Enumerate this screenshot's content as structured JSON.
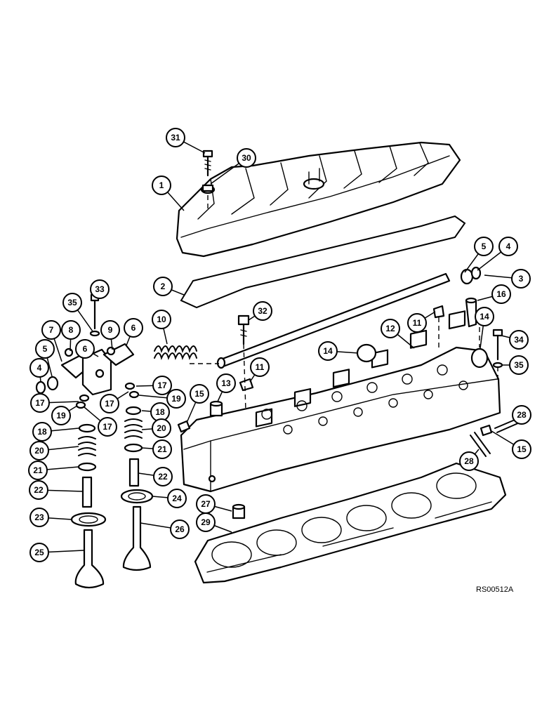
{
  "reference_code": "RS00512A",
  "callouts": [
    {
      "id": "c31a",
      "label": "31"
    },
    {
      "id": "c30a",
      "label": "30"
    },
    {
      "id": "c1a",
      "label": "1"
    },
    {
      "id": "c5a",
      "label": "5"
    },
    {
      "id": "c4a",
      "label": "4"
    },
    {
      "id": "c3a",
      "label": "3"
    },
    {
      "id": "c2a",
      "label": "2"
    },
    {
      "id": "c16a",
      "label": "16"
    },
    {
      "id": "c33a",
      "label": "33"
    },
    {
      "id": "c35a",
      "label": "35"
    },
    {
      "id": "c32a",
      "label": "32"
    },
    {
      "id": "c10a",
      "label": "10"
    },
    {
      "id": "c12a",
      "label": "12"
    },
    {
      "id": "c11a",
      "label": "11"
    },
    {
      "id": "c14a",
      "label": "14"
    },
    {
      "id": "c14b",
      "label": "14"
    },
    {
      "id": "c34a",
      "label": "34"
    },
    {
      "id": "c35b",
      "label": "35"
    },
    {
      "id": "c7a",
      "label": "7"
    },
    {
      "id": "c8a",
      "label": "8"
    },
    {
      "id": "c9a",
      "label": "9"
    },
    {
      "id": "c6a",
      "label": "6"
    },
    {
      "id": "c6b",
      "label": "6"
    },
    {
      "id": "c5b",
      "label": "5"
    },
    {
      "id": "c4b",
      "label": "4"
    },
    {
      "id": "c11b",
      "label": "11"
    },
    {
      "id": "c13a",
      "label": "13"
    },
    {
      "id": "c17a",
      "label": "17"
    },
    {
      "id": "c17b",
      "label": "17"
    },
    {
      "id": "c17c",
      "label": "17"
    },
    {
      "id": "c17d",
      "label": "17"
    },
    {
      "id": "c19a",
      "label": "19"
    },
    {
      "id": "c19b",
      "label": "19"
    },
    {
      "id": "c18a",
      "label": "18"
    },
    {
      "id": "c18b",
      "label": "18"
    },
    {
      "id": "c15a",
      "label": "15"
    },
    {
      "id": "c28a",
      "label": "28"
    },
    {
      "id": "c15b",
      "label": "15"
    },
    {
      "id": "c20a",
      "label": "20"
    },
    {
      "id": "c20b",
      "label": "20"
    },
    {
      "id": "c21a",
      "label": "21"
    },
    {
      "id": "c21b",
      "label": "21"
    },
    {
      "id": "c28b",
      "label": "28"
    },
    {
      "id": "c22a",
      "label": "22"
    },
    {
      "id": "c22b",
      "label": "22"
    },
    {
      "id": "c24a",
      "label": "24"
    },
    {
      "id": "c27a",
      "label": "27"
    },
    {
      "id": "c23a",
      "label": "23"
    },
    {
      "id": "c29a",
      "label": "29"
    },
    {
      "id": "c26a",
      "label": "26"
    },
    {
      "id": "c25a",
      "label": "25"
    }
  ]
}
